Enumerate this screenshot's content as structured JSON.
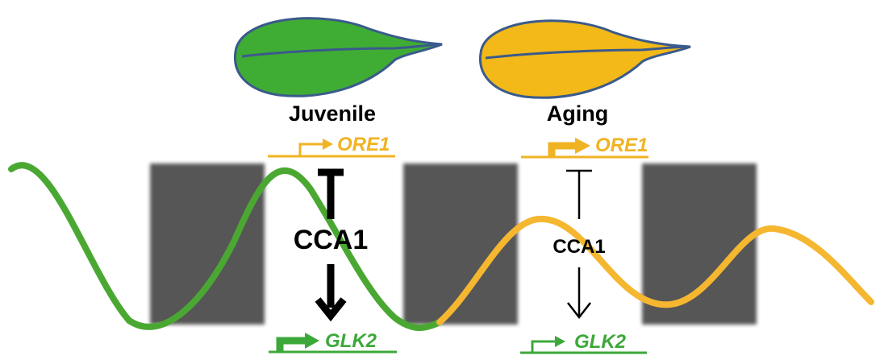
{
  "colors": {
    "juvenile_leaf": "#3fad34",
    "aging_leaf": "#f2b918",
    "leaf_outline": "#3b5a8c",
    "green_curve": "#4aa832",
    "orange_curve": "#f5b630",
    "ore1": "#f0b323",
    "glk2": "#3da83a",
    "night_block": "#575757",
    "regulation": "#000000"
  },
  "juvenile": {
    "stage_label": "Juvenile",
    "ore1_label": "ORE1",
    "cca1_label": "CCA1",
    "glk2_label": "GLK2",
    "cca1_to_ore1": "strong repression",
    "cca1_to_glk2": "strong activation",
    "ore1_expression": "low",
    "glk2_expression": "high"
  },
  "aging": {
    "stage_label": "Aging",
    "ore1_label": "ORE1",
    "cca1_label": "CCA1",
    "glk2_label": "GLK2",
    "cca1_to_ore1": "weak repression",
    "cca1_to_glk2": "weak activation",
    "ore1_expression": "high",
    "glk2_expression": "low"
  },
  "icons": {
    "juvenile_leaf": "green-leaf-icon",
    "aging_leaf": "yellow-leaf-icon",
    "repression": "t-bar-inhibition-arrow",
    "activation": "activation-arrow",
    "promoter": "bent-promoter-arrow"
  }
}
